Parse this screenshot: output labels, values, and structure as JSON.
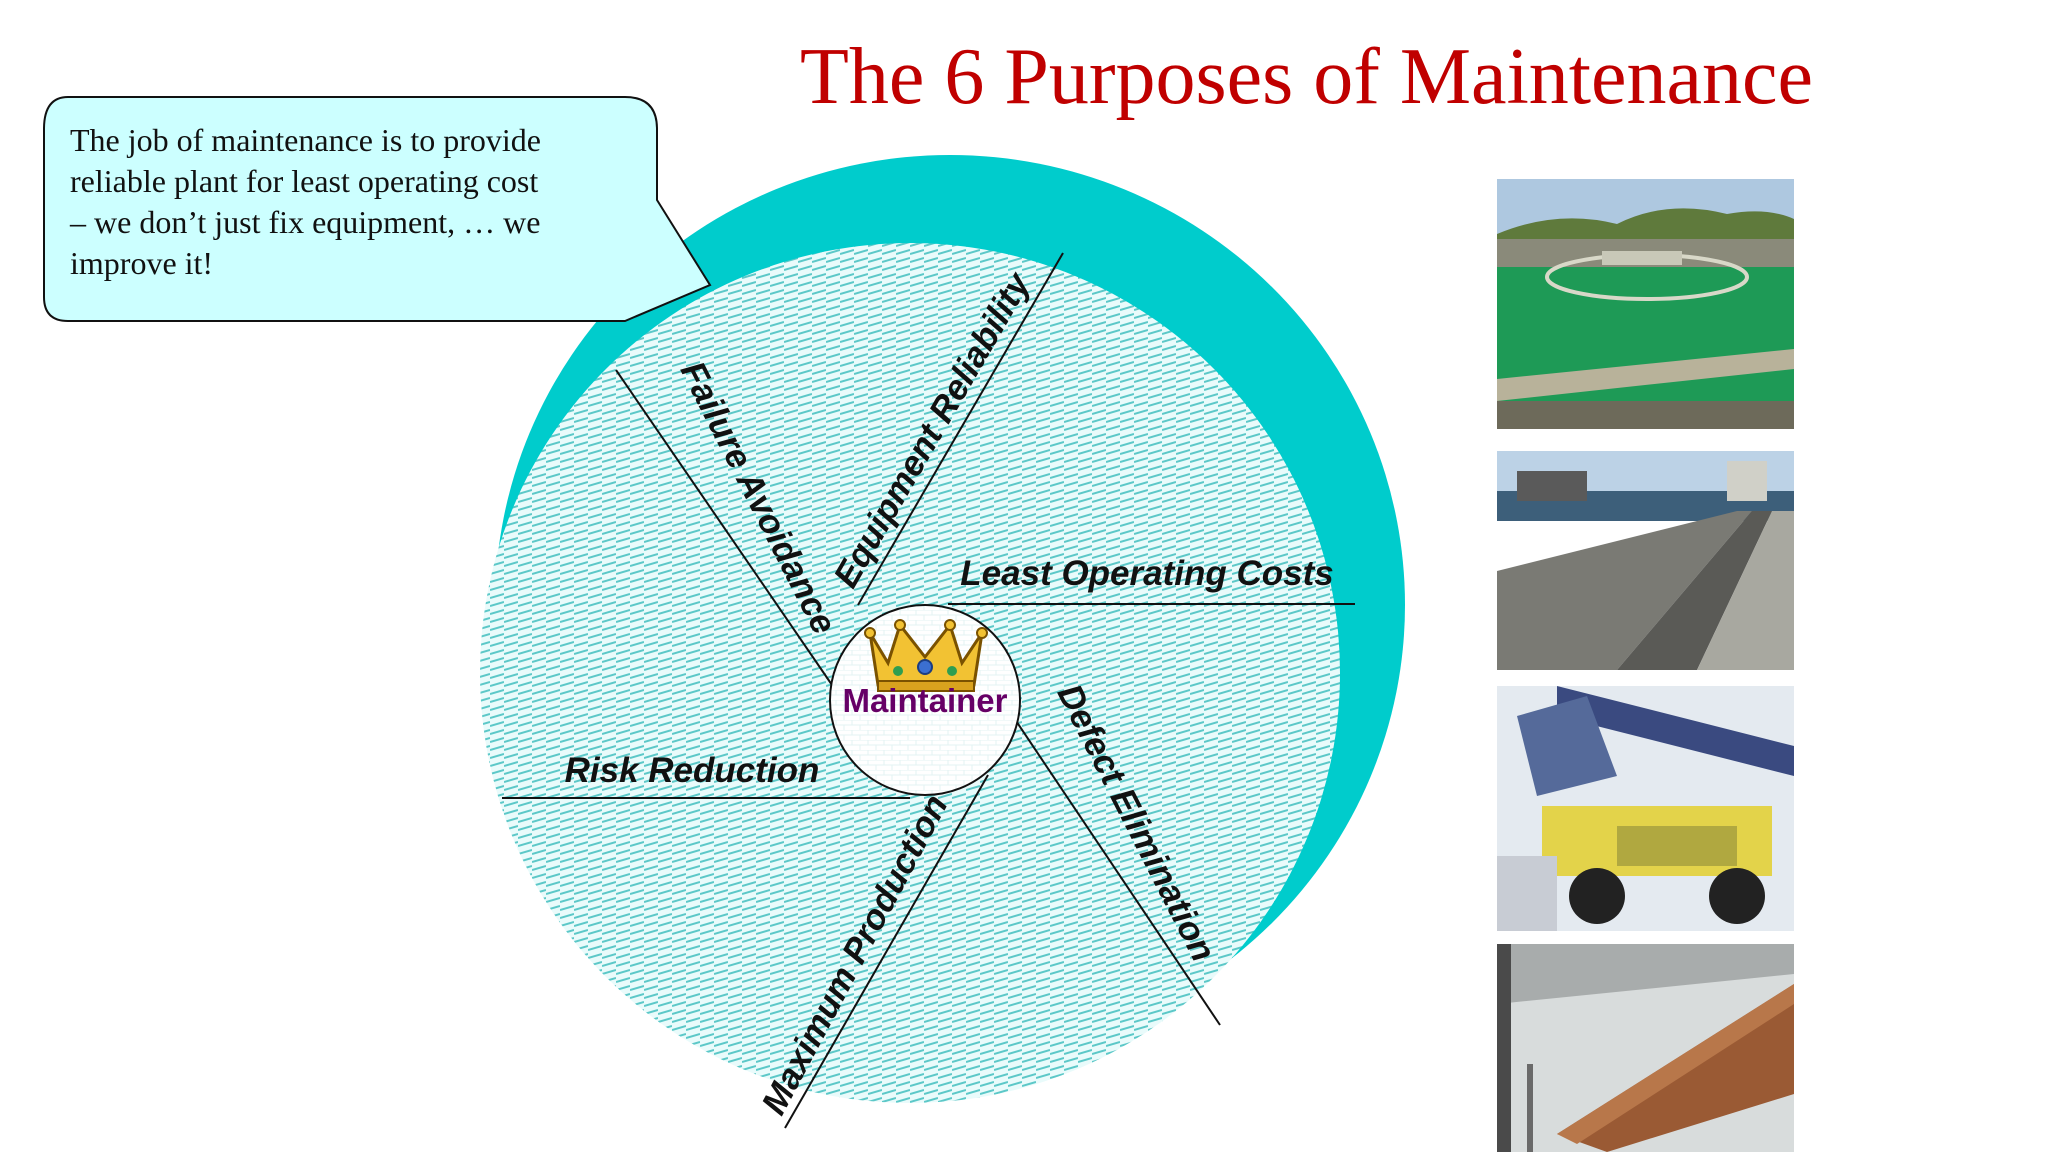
{
  "title": "The 6 Purposes of Maintenance",
  "callout": {
    "lines": [
      "The job of maintenance is to provide",
      "reliable plant for least operating cost",
      "– we don’t just fix equipment, … we",
      "improve it!"
    ]
  },
  "diagram": {
    "center_label": "Maintainer",
    "center_icon": "crown-icon",
    "purposes": [
      "Equipment Reliability",
      "Least Operating Costs",
      "Defect Elimination",
      "Maximum Production",
      "Risk Reduction",
      "Failure Avoidance"
    ]
  },
  "photos": [
    "water-treatment-clarifier-photo",
    "conveyor-jetty-photo",
    "mining-haul-truck-loading-photo",
    "rotary-kiln-photo"
  ],
  "colors": {
    "title": "#c00000",
    "callout_fill": "#ccffff",
    "teal_crescent": "#00cccc",
    "hatch": "#5cc8c8",
    "center_label": "#660066"
  }
}
